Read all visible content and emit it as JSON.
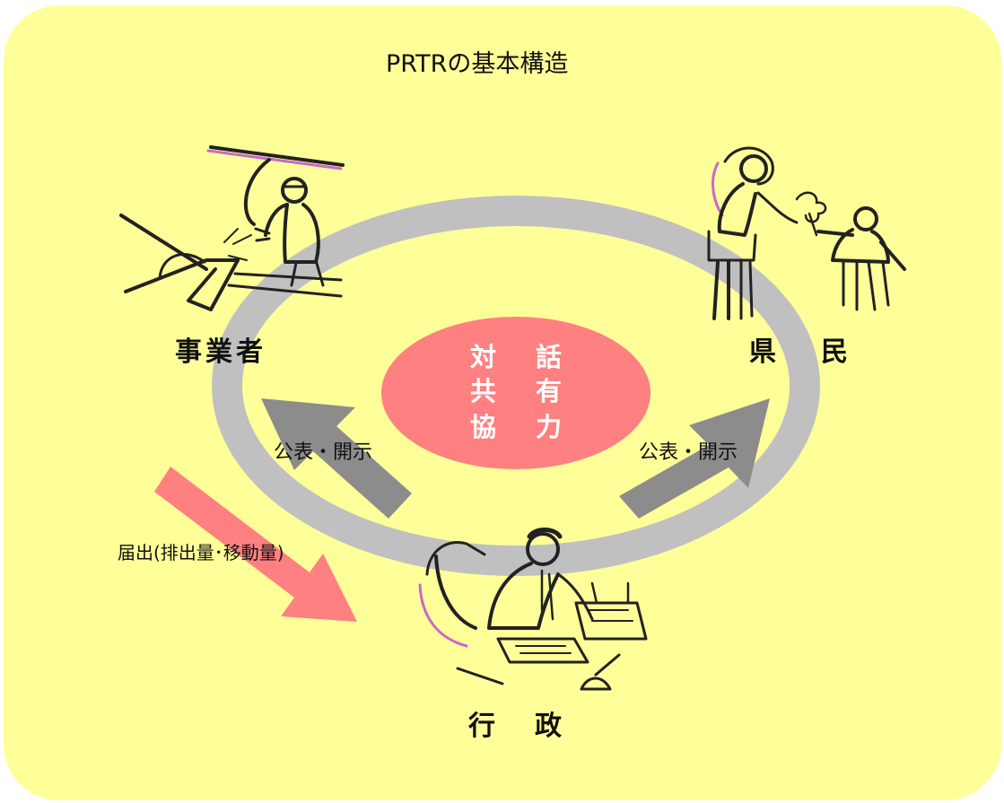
{
  "title": "PRTRの基本構造",
  "roles": {
    "business": "事業者",
    "citizens": "県民",
    "administration": "行政"
  },
  "center": {
    "line1": "対話",
    "line2": "共有",
    "line3": "協力"
  },
  "arrows": {
    "publish_left": "公表・開示",
    "publish_right": "公表・開示",
    "report": "届出(排出量･移動量)"
  },
  "colors": {
    "background": "#ffff99",
    "ring": "#c0c0c0",
    "center_ellipse": "#ff8080",
    "publish_arrow": "#8c8c8c",
    "report_arrow": "#ff8080"
  },
  "icons": {
    "business": "worker-welding-icon",
    "citizens": "woman-and-child-icon",
    "administration": "office-worker-desk-icon"
  }
}
